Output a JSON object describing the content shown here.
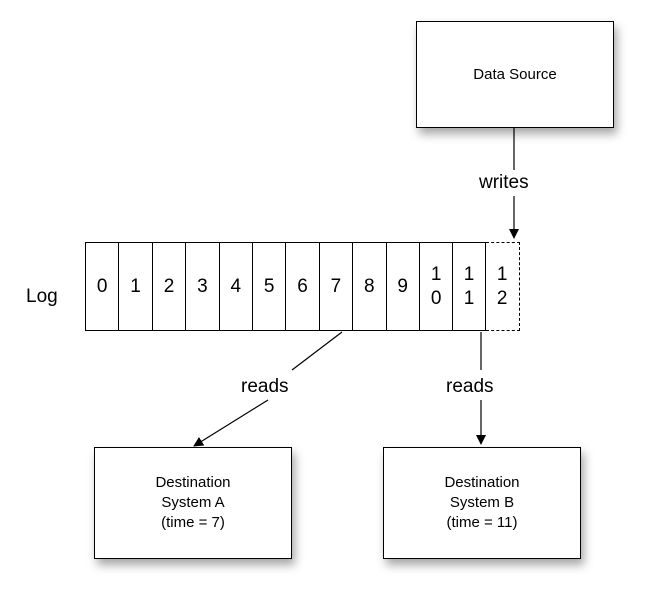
{
  "data_source": {
    "label": "Data Source"
  },
  "writes_label": "writes",
  "log": {
    "label": "Log",
    "entries": [
      {
        "top": "0",
        "bottom": ""
      },
      {
        "top": "1",
        "bottom": ""
      },
      {
        "top": "2",
        "bottom": ""
      },
      {
        "top": "3",
        "bottom": ""
      },
      {
        "top": "4",
        "bottom": ""
      },
      {
        "top": "5",
        "bottom": ""
      },
      {
        "top": "6",
        "bottom": ""
      },
      {
        "top": "7",
        "bottom": ""
      },
      {
        "top": "8",
        "bottom": ""
      },
      {
        "top": "9",
        "bottom": ""
      },
      {
        "top": "1",
        "bottom": "0"
      },
      {
        "top": "1",
        "bottom": "1"
      },
      {
        "top": "1",
        "bottom": "2"
      }
    ]
  },
  "reads_a_label": "reads",
  "reads_b_label": "reads",
  "dest_a": {
    "line1": "Destination",
    "line2": "System A",
    "line3": "(time = 7)"
  },
  "dest_b": {
    "line1": "Destination",
    "line2": "System B",
    "line3": "(time = 11)"
  }
}
